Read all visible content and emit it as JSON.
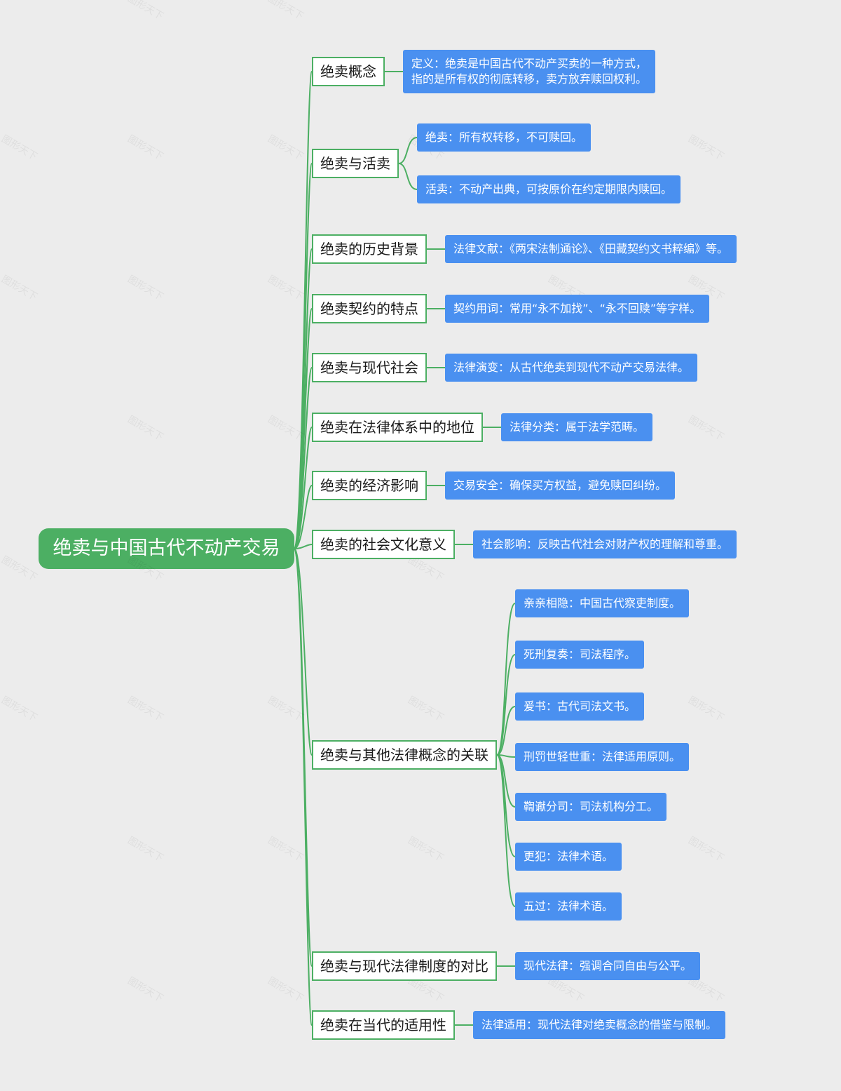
{
  "root": "绝卖与中国古代不动产交易",
  "watermark": "图形天下",
  "colors": {
    "background": "#ececec",
    "root": "#4caf63",
    "branch_border": "#4caf63",
    "leaf": "#4a90f0",
    "line": "#4caf63"
  },
  "branches": [
    {
      "label": "绝卖概念",
      "leaves": [
        {
          "lines": [
            "定义：绝卖是中国古代不动产买卖的一种方式，",
            "指的是所有权的彻底转移，卖方放弃赎回权利。"
          ]
        }
      ]
    },
    {
      "label": "绝卖与活卖",
      "leaves": [
        {
          "lines": [
            "绝卖：所有权转移，不可赎回。"
          ]
        },
        {
          "lines": [
            "活卖：不动产出典，可按原价在约定期限内赎回。"
          ]
        }
      ]
    },
    {
      "label": "绝卖的历史背景",
      "leaves": [
        {
          "lines": [
            "法律文献：《两宋法制通论》、《田藏契约文书粹编》等。"
          ]
        }
      ]
    },
    {
      "label": "绝卖契约的特点",
      "leaves": [
        {
          "lines": [
            "契约用词：常用“永不加找”、“永不回赎”等字样。"
          ]
        }
      ]
    },
    {
      "label": "绝卖与现代社会",
      "leaves": [
        {
          "lines": [
            "法律演变：从古代绝卖到现代不动产交易法律。"
          ]
        }
      ]
    },
    {
      "label": "绝卖在法律体系中的地位",
      "leaves": [
        {
          "lines": [
            "法律分类：属于法学范畴。"
          ]
        }
      ]
    },
    {
      "label": "绝卖的经济影响",
      "leaves": [
        {
          "lines": [
            "交易安全：确保买方权益，避免赎回纠纷。"
          ]
        }
      ]
    },
    {
      "label": "绝卖的社会文化意义",
      "leaves": [
        {
          "lines": [
            "社会影响：反映古代社会对财产权的理解和尊重。"
          ]
        }
      ]
    },
    {
      "label": "绝卖与其他法律概念的关联",
      "leaves": [
        {
          "lines": [
            "亲亲相隐：中国古代察吏制度。"
          ]
        },
        {
          "lines": [
            "死刑复奏：司法程序。"
          ]
        },
        {
          "lines": [
            "爰书：古代司法文书。"
          ]
        },
        {
          "lines": [
            "刑罚世轻世重：法律适用原则。"
          ]
        },
        {
          "lines": [
            "鞫谳分司：司法机构分工。"
          ]
        },
        {
          "lines": [
            "更犯：法律术语。"
          ]
        },
        {
          "lines": [
            "五过：法律术语。"
          ]
        }
      ]
    },
    {
      "label": "绝卖与现代法律制度的对比",
      "leaves": [
        {
          "lines": [
            "现代法律：强调合同自由与公平。"
          ]
        }
      ]
    },
    {
      "label": "绝卖在当代的适用性",
      "leaves": [
        {
          "lines": [
            "法律适用：现代法律对绝卖概念的借鉴与限制。"
          ]
        }
      ]
    }
  ]
}
